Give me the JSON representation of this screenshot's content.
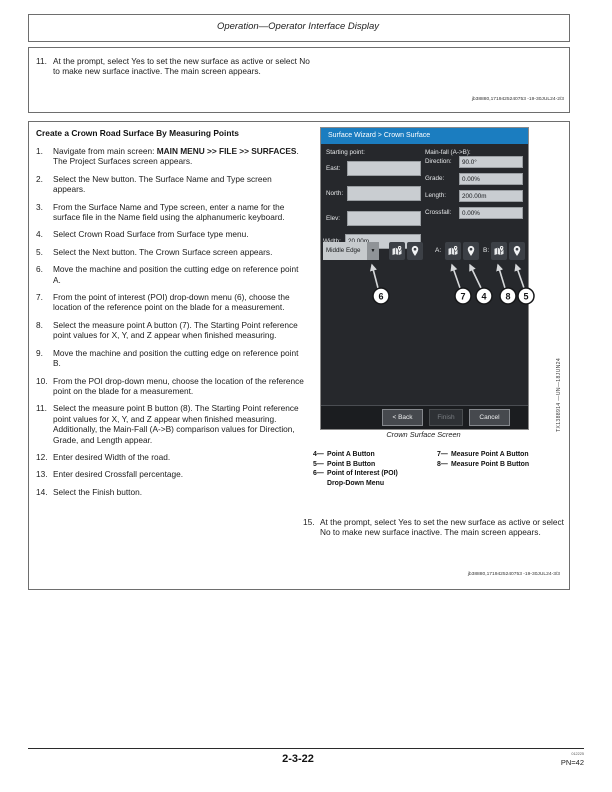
{
  "page": {
    "header_title": "Operation—Operator Interface Display",
    "figure_id": "TX1388914 —UN—18JUN24",
    "footer": {
      "page_number": "2-3-22",
      "pn": "PN=42",
      "print_code": "012225"
    }
  },
  "note_box": {
    "num": "11.",
    "text": "At the prompt, select Yes to set the new surface as active or select No to make new surface inactive. The main screen appears.",
    "ref": "jb38880,1719425240753 -19-30JUL24-2/3"
  },
  "instructions": {
    "heading": "Create a Crown Road Surface By Measuring Points",
    "steps": [
      {
        "num": "1.",
        "pre": "Navigate from main screen: ",
        "bold": "MAIN MENU >> FILE >> SURFACES",
        "post": ". The Project Surfaces screen appears."
      },
      {
        "num": "2.",
        "text": "Select the New button. The Surface Name and Type screen appears."
      },
      {
        "num": "3.",
        "text": "From the Surface Name and Type screen, enter a name for the surface file in the Name field using the alphanumeric keyboard."
      },
      {
        "num": "4.",
        "text": "Select Crown Road Surface from Surface type menu."
      },
      {
        "num": "5.",
        "text": "Select the Next button. The Crown Surface screen appears."
      },
      {
        "num": "6.",
        "text": "Move the machine and position the cutting edge on reference point A."
      },
      {
        "num": "7.",
        "text": "From the point of interest (POI) drop-down menu (6), choose the location of the reference point on the blade for a measurement."
      },
      {
        "num": "8.",
        "text": "Select the measure point A button (7). The Starting Point reference point values for X, Y, and Z appear when finished measuring."
      },
      {
        "num": "9.",
        "text": "Move the machine and position the cutting edge on reference point B."
      },
      {
        "num": "10.",
        "text": "From the POI drop-down menu, choose the location of the reference point on the blade for a measurement."
      },
      {
        "num": "11.",
        "text": "Select the measure point B button (8). The Starting Point reference point values for X, Y, and Z appear when finished measuring. Additionally, the Main-Fall (A->B) comparison values for Direction, Grade, and Length appear."
      },
      {
        "num": "12.",
        "text": "Enter desired Width of the road."
      },
      {
        "num": "13.",
        "text": "Enter desired Crossfall percentage."
      },
      {
        "num": "14.",
        "text": "Select the Finish button."
      }
    ],
    "step15": {
      "num": "15.",
      "text": "At the prompt, select Yes to set the new surface as active or select No to make new surface inactive. The main screen appears."
    },
    "ref": "jb38880,1719425240753 -19-30JUL24-3/3"
  },
  "screenshot": {
    "caption": "Crown Surface Screen",
    "dialog": {
      "title": "Surface Wizard > Crown Surface",
      "starting_point_label": "Starting point:",
      "mainfall_label": "Main-fall (A->B):",
      "left_fields": [
        {
          "label": "East:",
          "value": ""
        },
        {
          "label": "North:",
          "value": ""
        },
        {
          "label": "Elev:",
          "value": ""
        },
        {
          "label": "Width:",
          "value": "20.00m"
        }
      ],
      "right_fields": [
        {
          "label": "Direction:",
          "value": "90.0°"
        },
        {
          "label": "Grade:",
          "value": "0.00%"
        },
        {
          "label": "Length:",
          "value": "200.00m"
        },
        {
          "label": "Crossfall:",
          "value": "0.00%"
        }
      ],
      "poi_dropdown_value": "Middle Edge",
      "dropdown_arrow": "▼",
      "point_a_label": "A:",
      "point_b_label": "B:",
      "back_button": "< Back",
      "finish_button": "Finish",
      "cancel_button": "Cancel",
      "callouts": {
        "dropdown": "6",
        "measure_a": "7",
        "point_a": "4",
        "measure_b": "8",
        "point_b": "5"
      }
    },
    "legend": {
      "col1": [
        {
          "num": "4—",
          "label": "Point A Button"
        },
        {
          "num": "5—",
          "label": "Point B Button"
        },
        {
          "num": "6—",
          "label": "Point of Interest (POI)",
          "label2": "Drop-Down Menu"
        }
      ],
      "col2": [
        {
          "num": "7—",
          "label": "Measure Point A Button"
        },
        {
          "num": "8—",
          "label": "Measure Point B Button"
        }
      ]
    }
  },
  "colors": {
    "titlebar_blue": "#1b7dc0",
    "dialog_bg": "#26282c",
    "field_bg": "#c9cdd1"
  }
}
